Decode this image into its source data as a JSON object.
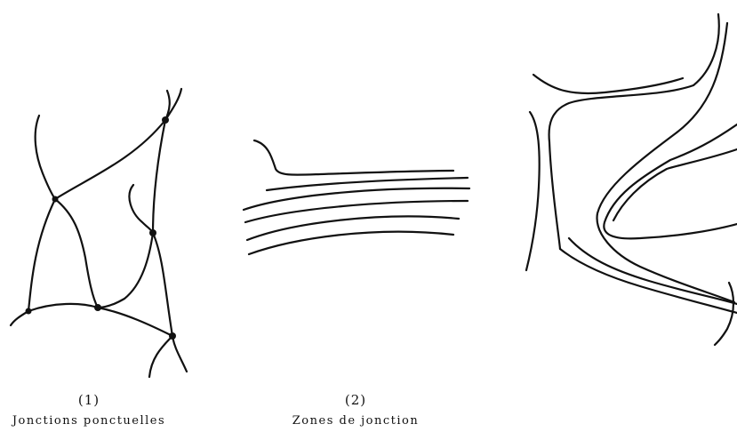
{
  "panels": [
    {
      "number": "(1)",
      "title": "Jonctions ponctuelles"
    },
    {
      "number": "(2)",
      "title": "Zones de jonction"
    },
    {
      "number": "",
      "title": ""
    }
  ]
}
